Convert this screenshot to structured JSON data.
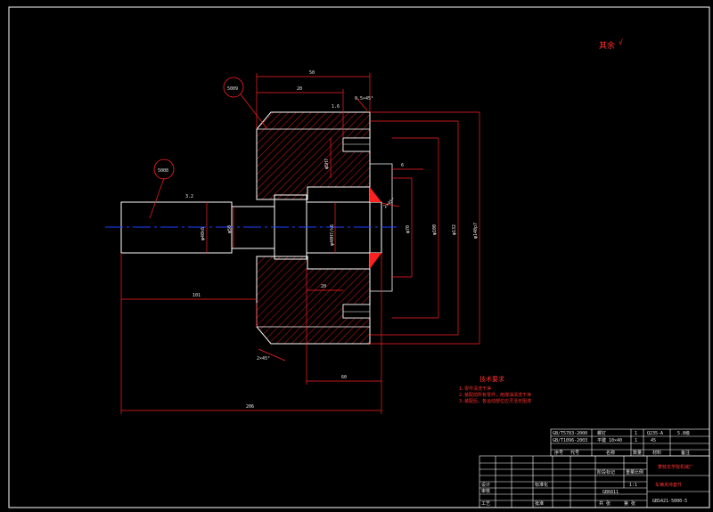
{
  "drawing": {
    "roughness_note": "其余",
    "callouts": {
      "left": "5008",
      "top": "5009"
    },
    "dims": {
      "top_overall": "50",
      "top_inner": "20",
      "chamfer_top": "0.5×45°",
      "chamfer_bottom": "2×45°",
      "chamfer_bore": "2×45°",
      "shaft_len": "101",
      "bore_depth": "20",
      "hub_len": "60",
      "total_len": "206",
      "dia_shaft": "φ40k6",
      "dia_neck": "φ50",
      "dia_bore": "φ40H7/k6",
      "dia_hole": "φ70",
      "dia_recess": "φ100",
      "dia_outer": "φ132",
      "dia_fit": "φ140p7",
      "dia_pin": "φ5H7",
      "angle": "6",
      "rough_1": "3.2",
      "rough_2": "1.6"
    },
    "tech_req": {
      "title": "技术要求",
      "lines": [
        "1.零件清洗干净",
        "2.装配前所有零件，用煤油清洗干净",
        "3.装配后，各运动部位应灵活无阻滞"
      ]
    },
    "title_block": {
      "company": "攀枝花学院机械厂",
      "part_name": "车辆夹持套件",
      "drawing_no": "GBS421-5000-5",
      "material": "GB6811",
      "sheet": "1:1",
      "row_cells": [
        "GB/T5783-2000",
        "螺钉",
        "1",
        "Q235-A",
        "5.8级",
        "GB/T1096-2003",
        "平键 10×40",
        "1",
        "45",
        "",
        "序号",
        "代号",
        "名称",
        "数量",
        "材料",
        "备注"
      ],
      "signature_cells": [
        "设计",
        "",
        "标准化",
        "",
        "阶段标记",
        "重量",
        "比例",
        "审核",
        "",
        "",
        "",
        "",
        "",
        "1:1",
        "工艺",
        "",
        "批准",
        "",
        "共 张",
        "第 张",
        ""
      ]
    },
    "colors": {
      "line": "#ffffff",
      "dim": "#ff2020",
      "center": "#2040ff",
      "bg": "#000000"
    }
  }
}
